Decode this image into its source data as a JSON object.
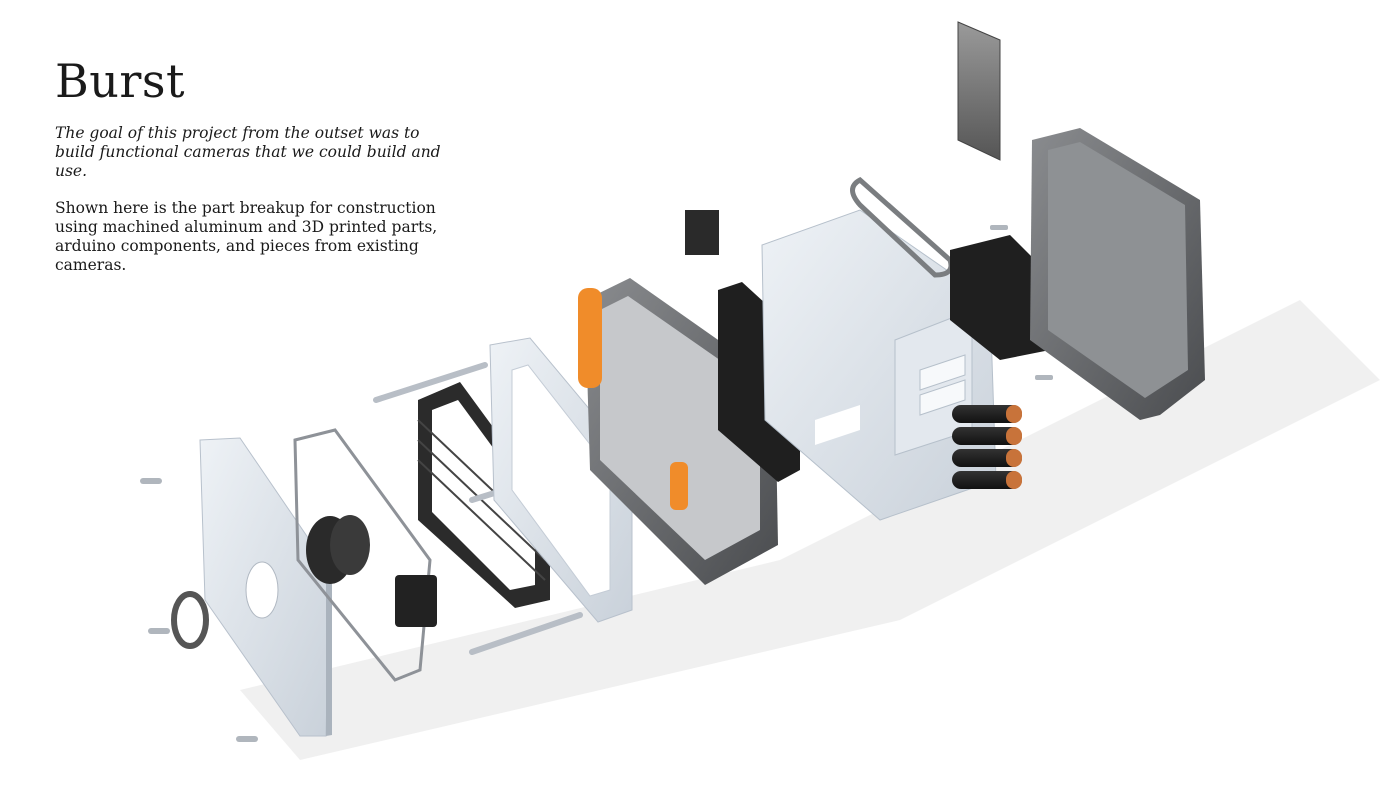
{
  "page": {
    "title": "Burst",
    "intro": "The goal of this project from the outset was to build functional cameras that we could build and use.",
    "body": "Shown here is the part breakup for construction using machined aluminum and 3D printed parts, arduino components, and pieces from existing cameras."
  },
  "illustration": {
    "subject": "exploded-view-camera",
    "colors": {
      "aluminum_light": "#d9e0e8",
      "aluminum_dark": "#6b6d70",
      "black_part": "#222222",
      "orange_accent": "#f08c2a",
      "copper": "#c8733a"
    }
  }
}
